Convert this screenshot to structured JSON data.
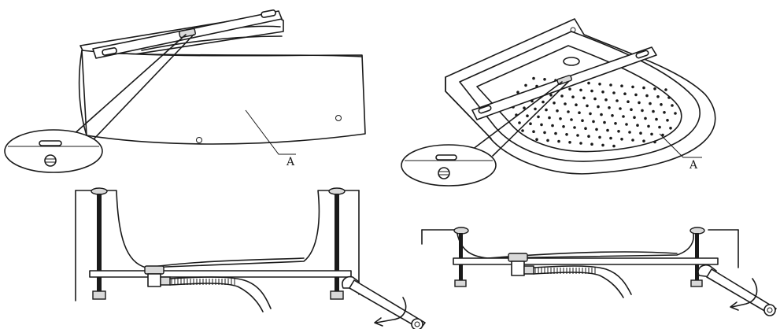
{
  "diagram": {
    "callouts": [
      {
        "id": "left",
        "label": "A"
      },
      {
        "id": "right",
        "label": "A"
      }
    ],
    "colors": {
      "line": "#1a1a1a",
      "background": "#ffffff",
      "metal": "#d9d9d9"
    },
    "icons": {
      "level": "spirit-level-icon",
      "wrench": "adjustable-wrench-icon",
      "rotate": "curved-arrow-icon"
    }
  }
}
